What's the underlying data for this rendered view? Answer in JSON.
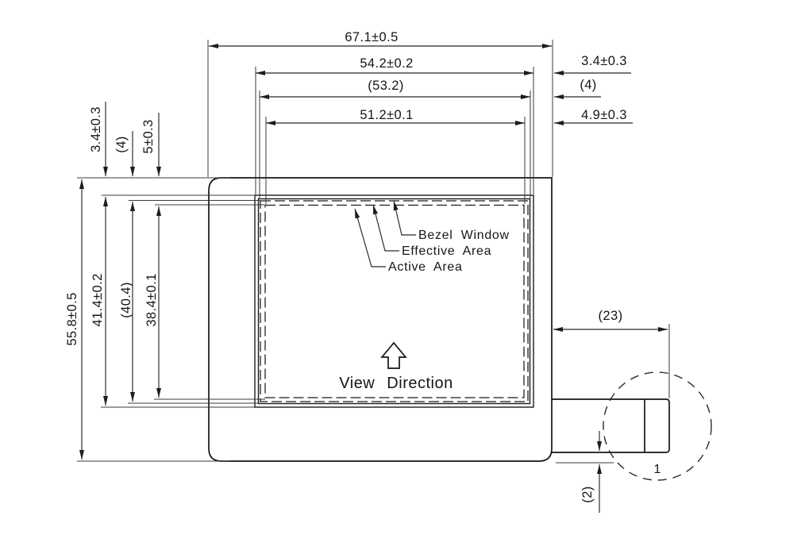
{
  "dimensions": {
    "top": {
      "overall_width": "67.1±0.5",
      "bezel_window_width": "54.2±0.2",
      "effective_area_width": "(53.2)",
      "active_area_width": "51.2±0.1"
    },
    "right": {
      "bezel_window_offset": "3.4±0.3",
      "effective_area_offset": "(4)",
      "active_area_offset": "4.9±0.3"
    },
    "left": {
      "overall_height": "55.8±0.5",
      "bezel_window_height": "41.4±0.2",
      "effective_area_height": "(40.4)",
      "active_area_height": "38.4±0.1",
      "bezel_window_top_offset": "3.4±0.3",
      "effective_area_top_offset": "(4)",
      "active_area_top_offset": "5±0.3"
    },
    "connector": {
      "length": "(23)",
      "thickness": "(2)",
      "pin_label": "1"
    }
  },
  "callouts": {
    "bezel_window": "Bezel Window",
    "effective_area": "Effective Area",
    "active_area": "Active Area"
  },
  "view_direction_label": "View Direction",
  "colors": {
    "line": "#151515",
    "background": "#ffffff"
  }
}
